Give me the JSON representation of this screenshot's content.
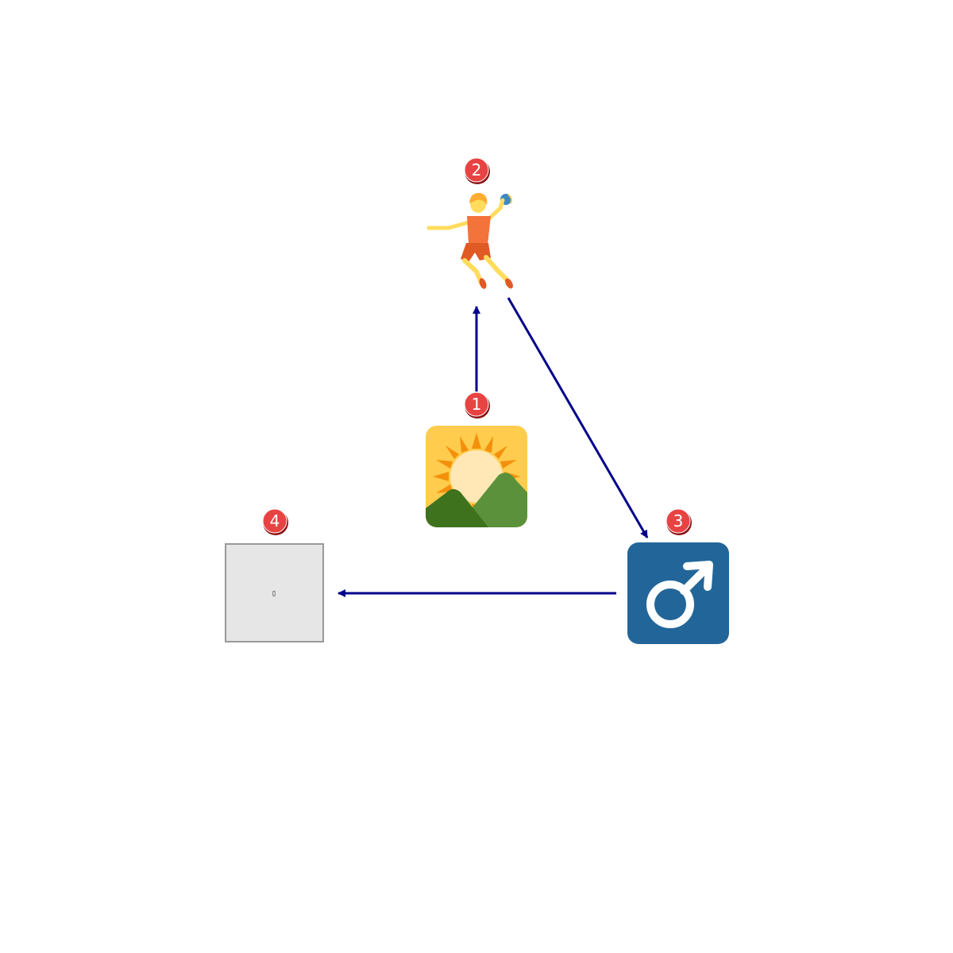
{
  "colors": {
    "arrow": "#00008b",
    "badge_fill": "#e84343",
    "badge_stroke": "#8a1010",
    "sunrise_bg": "#ffcc4d",
    "male_sign_bg": "#226699",
    "placeholder_bg": "#e6e6e6",
    "placeholder_border": "#999999"
  },
  "nodes": [
    {
      "id": "sunrise-over-mountains",
      "icon": "sunrise-over-mountains-icon",
      "step": "1"
    },
    {
      "id": "person-playing-handball",
      "icon": "person-playing-handball-icon",
      "step": "2"
    },
    {
      "id": "male-sign",
      "icon": "male-sign-icon",
      "step": "3"
    },
    {
      "id": "missing-emoji",
      "icon": "missing-glyph-icon",
      "step": "4",
      "glyph": "▯"
    }
  ],
  "edges": [
    {
      "from": "sunrise-over-mountains",
      "to": "person-playing-handball"
    },
    {
      "from": "person-playing-handball",
      "to": "male-sign"
    },
    {
      "from": "male-sign",
      "to": "missing-emoji"
    }
  ]
}
